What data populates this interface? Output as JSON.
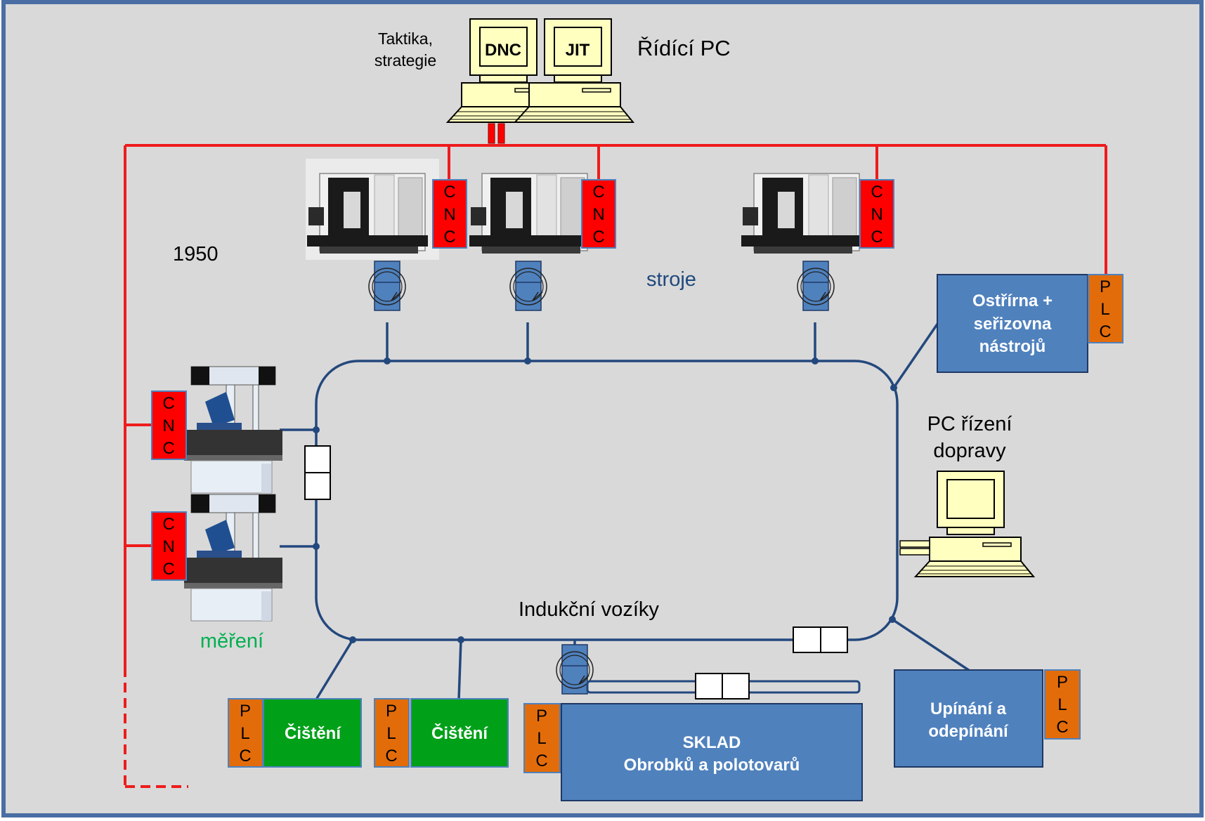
{
  "header": {
    "dnc_label": "DNC",
    "jit_label": "JIT",
    "control_pc_title": "Řídící PC",
    "tactics_line1": "Taktika,",
    "tactics_line2": "strategie"
  },
  "year_label": "1950",
  "machines_label": "stroje",
  "measurement_label": "měření",
  "carts_label": "Indukční vozíky",
  "transport_pc": {
    "line1": "PC řízení",
    "line2": "dopravy"
  },
  "cnc_letters": [
    "C",
    "N",
    "C"
  ],
  "plc_letters": [
    "P",
    "L",
    "C"
  ],
  "tool_room": {
    "line1": "Ostřírna +",
    "line2": "seřizovna",
    "line3": "nástrojů"
  },
  "cleaning_1": "Čištění",
  "cleaning_2": "Čištění",
  "warehouse": {
    "line1": "SKLAD",
    "line2": "Obrobků a polotovarů"
  },
  "clamping": {
    "line1": "Upínání a",
    "line2": "odepínání"
  },
  "colors": {
    "background": "#d9d9d9",
    "frame": "#4a6ea3",
    "network_red": "#ee1c1c",
    "cnc_red": "#ff0000",
    "plc_orange": "#e36c0a",
    "station_blue": "#4f81bd",
    "cleaning_green": "#00a019",
    "track_blue": "#23487d",
    "measurement_green": "#00b050",
    "machines_text": "#1f497d",
    "pc_beige": "#ffffc0"
  }
}
